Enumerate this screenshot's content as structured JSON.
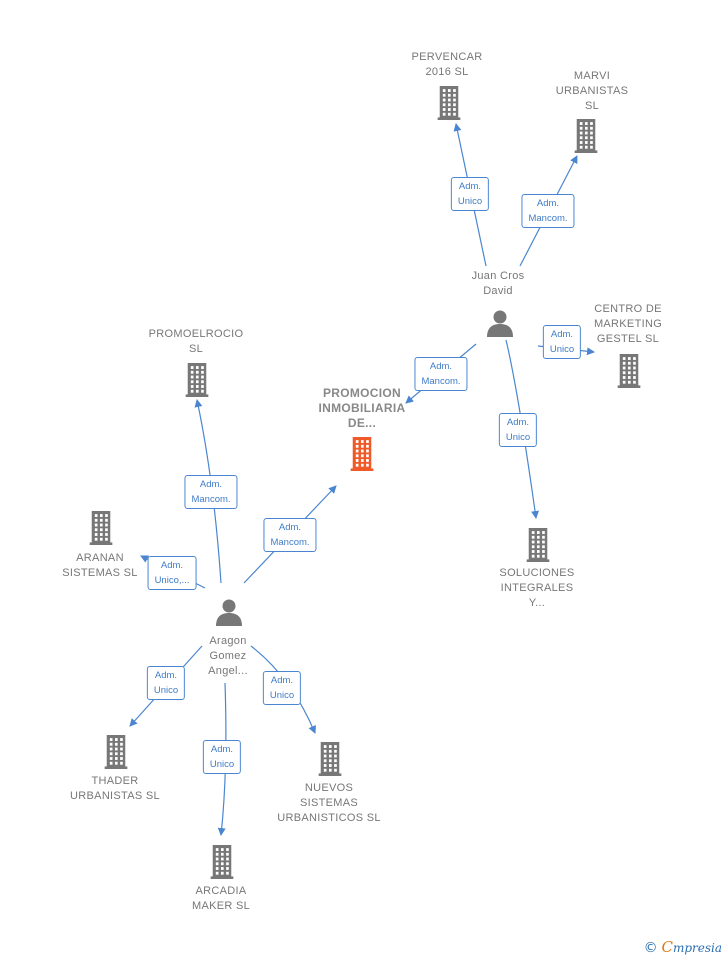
{
  "colors": {
    "company": "#777777",
    "company_main": "#f05a28",
    "person": "#777777",
    "edge": "#4a86d0"
  },
  "nodes": [
    {
      "id": "pervencar",
      "kind": "company",
      "label": "PERVENCAR\n2016  SL",
      "icon": "building-icon"
    },
    {
      "id": "marvi",
      "kind": "company",
      "label": "MARVI\nURBANISTAS\nSL",
      "icon": "building-icon"
    },
    {
      "id": "juan",
      "kind": "person",
      "label": "Juan Cros\nDavid",
      "icon": "person-icon"
    },
    {
      "id": "centro",
      "kind": "company",
      "label": "CENTRO DE\nMARKETING\nGESTEL  SL",
      "icon": "building-icon"
    },
    {
      "id": "promoelrocio",
      "kind": "company",
      "label": "PROMOELROCIO\nSL",
      "icon": "building-icon"
    },
    {
      "id": "promocion",
      "kind": "company_main",
      "label": "PROMOCION\nINMOBILIARIA\nDE...",
      "icon": "building-icon"
    },
    {
      "id": "soluciones",
      "kind": "company",
      "label": "SOLUCIONES\nINTEGRALES\nY...",
      "icon": "building-icon"
    },
    {
      "id": "aranan",
      "kind": "company",
      "label": "ARANAN\nSISTEMAS  SL",
      "icon": "building-icon"
    },
    {
      "id": "aragon",
      "kind": "person",
      "label": "Aragon\nGomez\nAngel...",
      "icon": "person-icon"
    },
    {
      "id": "thader",
      "kind": "company",
      "label": "THADER\nURBANISTAS SL",
      "icon": "building-icon"
    },
    {
      "id": "nuevos",
      "kind": "company",
      "label": "NUEVOS\nSISTEMAS\nURBANISTICOS SL",
      "icon": "building-icon"
    },
    {
      "id": "arcadia",
      "kind": "company",
      "label": "ARCADIA\nMAKER  SL",
      "icon": "building-icon"
    }
  ],
  "edges": [
    {
      "from": "juan",
      "to": "pervencar",
      "label": "Adm.\nUnico"
    },
    {
      "from": "juan",
      "to": "marvi",
      "label": "Adm.\nMancom."
    },
    {
      "from": "juan",
      "to": "centro",
      "label": "Adm.\nUnico"
    },
    {
      "from": "juan",
      "to": "promocion",
      "label": "Adm.\nMancom."
    },
    {
      "from": "juan",
      "to": "soluciones",
      "label": "Adm.\nUnico"
    },
    {
      "from": "aragon",
      "to": "promoelrocio",
      "label": "Adm.\nMancom."
    },
    {
      "from": "aragon",
      "to": "promocion",
      "label": "Adm.\nMancom."
    },
    {
      "from": "aragon",
      "to": "aranan",
      "label": "Adm.\nUnico,..."
    },
    {
      "from": "aragon",
      "to": "thader",
      "label": "Adm.\nUnico"
    },
    {
      "from": "aragon",
      "to": "arcadia",
      "label": "Adm.\nUnico"
    },
    {
      "from": "aragon",
      "to": "nuevos",
      "label": "Adm.\nUnico"
    }
  ],
  "brand": {
    "copyright": "©",
    "initial": "C",
    "rest": "mpresia"
  }
}
